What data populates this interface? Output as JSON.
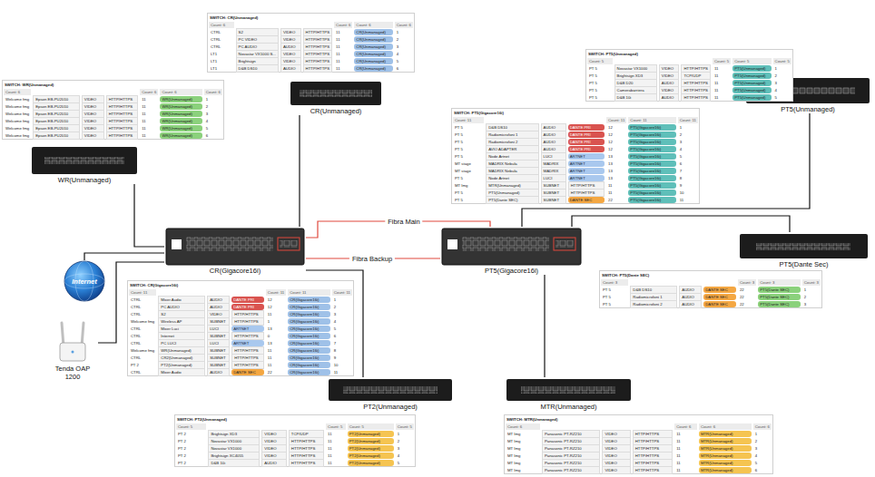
{
  "diagram": {
    "nodes": [
      {
        "text": [
          "SWITCH: CR(Unmanaged)",
          "Count: 6",
          "Count: 6",
          "Count: 6",
          "Count: 6",
          "CTRL",
          "S2",
          "VIDEO",
          "HTTP/HTTPS",
          "11",
          "CR(Unmanaged)",
          "1",
          "CTRL",
          "PC VIDEO",
          "VIDEO",
          "HTTP/HTTPS",
          "11",
          "CR(Unmanaged)",
          "2",
          "CTRL",
          "PC AUDIO",
          "AUDIO",
          "HTTP/HTTPS",
          "11",
          "CR(Unmanaged)",
          "3",
          "LT1",
          "Novastar VX1000 S...",
          "VIDEO",
          "HTTP/HTTPS",
          "11",
          "CR(Unmanaged)",
          "4",
          "LT1",
          "Brightsign",
          "VIDEO",
          "HTTP/HTTPS",
          "11",
          "CR(Unmanaged)",
          "5",
          "LT1",
          "D&B DS10",
          "AUDIO",
          "HTTP/HTTPS",
          "11",
          "CR(Unmanaged)",
          "6"
        ]
      },
      {
        "text": [
          "SWITCH: PT5(Unmanaged)",
          "Count: 5",
          "Count: 5",
          "Count: 5",
          "Count: 5",
          "PT 5",
          "Novastar VX1000",
          "VIDEO",
          "HTTP/HTTPS",
          "11",
          "PT5(Unmanaged)",
          "1",
          "PT 5",
          "Brightsign XD3",
          "VIDEO",
          "TCP/UDP",
          "11",
          "PT5(Unmanaged)",
          "2",
          "PT 5",
          "D&B D20",
          "AUDIO",
          "HTTP/HTTPS",
          "11",
          "PT5(Unmanaged)",
          "3",
          "PT 5",
          "Camerabarriera",
          "VIDEO",
          "HTTP/HTTPS",
          "11",
          "PT5(Unmanaged)",
          "4",
          "PT 5",
          "D&B 10i",
          "AUDIO",
          "HTTP/HTTPS",
          "11",
          "PT5(Unmanaged)",
          "5"
        ]
      },
      {
        "text": [
          "SWITCH: WR(Unmanaged)",
          "Count: 6",
          "Count: 6",
          "Count: 6",
          "Count: 6",
          "Welcome fmg",
          "Epson EB-PU2010",
          "VIDEO",
          "HTTP/HTTPS",
          "11",
          "WR(Unmanaged)",
          "1",
          "Welcome fmg",
          "Epson EB-PU2010",
          "VIDEO",
          "HTTP/HTTPS",
          "11",
          "WR(Unmanaged)",
          "2",
          "Welcome fmg",
          "Epson EB-PU2010",
          "VIDEO",
          "HTTP/HTTPS",
          "11",
          "WR(Unmanaged)",
          "3",
          "Welcome fmg",
          "Epson EB-PU2010",
          "VIDEO",
          "HTTP/HTTPS",
          "11",
          "WR(Unmanaged)",
          "4",
          "Welcome fmg",
          "Epson EB-PU2010",
          "VIDEO",
          "HTTP/HTTPS",
          "11",
          "WR(Unmanaged)",
          "5",
          "Welcome fmg",
          "Epson EB-PU2010",
          "VIDEO",
          "HTTP/HTTPS",
          "11",
          "WR(Unmanaged)",
          "6"
        ]
      },
      {
        "text": [
          "CR(Unmanaged)"
        ]
      },
      {
        "text": [
          "PT5(Unmanaged)"
        ]
      },
      {
        "text": [
          "SWITCH: PT5(Gigacore16i)",
          "Count: 11",
          "Count: 11",
          "Count: 11",
          "Count: 11",
          "PT 5",
          "D&B DS10",
          "AUDIO",
          "DANTE PRI",
          "12",
          "PT5(Gigacore16i)",
          "1",
          "PT 5",
          "Radiomicrofoni 1",
          "AUDIO",
          "DANTE PRI",
          "12",
          "PT5(Gigacore16i)",
          "2",
          "PT 5",
          "Radiomicrofoni 2",
          "AUDIO",
          "DANTE PRI",
          "12",
          "PT5(Gigacore16i)",
          "3",
          "PT 5",
          "AVIO ADAPTER",
          "AUDIO",
          "DANTE PRI",
          "12",
          "PT5(Gigacore16i)",
          "4",
          "PT 5",
          "Node Artnet",
          "LUCI",
          "ARTNET",
          "13",
          "PT5(Gigacore16i)",
          "5",
          "MT stage",
          "MADRIX Nebula",
          "MADRIX",
          "ARTNET",
          "13",
          "PT5(Gigacore16i)",
          "6",
          "MT stage",
          "MADRIX Nebula",
          "MADRIX",
          "ARTNET",
          "13",
          "PT5(Gigacore16i)",
          "7",
          "PT 5",
          "Node Artnet",
          "LUCI",
          "ARTNET",
          "13",
          "PT5(Gigacore16i)",
          "8",
          "MT Img",
          "MTR(Unmanaged)",
          "SUBNET",
          "HTTP/HTTPS",
          "11",
          "PT5(Gigacore16i)",
          "9",
          "PT 5",
          "PT5(Unmanaged)",
          "SUBNET",
          "HTTP/HTTPS",
          "11",
          "PT5(Gigacore16i)",
          "10",
          "PT 5",
          "PT5(Dante SEC)",
          "SUBNET",
          "DANTE SEC",
          "22",
          "PT5(Gigacore16i)",
          "11"
        ]
      },
      {
        "text": [
          "WR(Unmanaged)"
        ]
      },
      {
        "text": [
          "CR(Gigacore16i)"
        ]
      },
      {
        "text": [
          "PT5(Gigacore16i)"
        ]
      },
      {
        "text": [
          "PT5(Dante Sec)"
        ]
      },
      {
        "text": [
          "Internet"
        ]
      },
      {
        "text": [
          "SWITCH: PT5(Dante SEC)",
          "Count: 3",
          "Count: 3",
          "Count: 3",
          "Count: 3",
          "PT 5",
          "D&B DS10",
          "AUDIO",
          "DANTE SEC",
          "22",
          "PT5(Dante SEC)",
          "1",
          "PT 5",
          "Radiomicrofoni 1",
          "AUDIO",
          "DANTE SEC",
          "22",
          "PT5(Dante SEC)",
          "2",
          "PT 5",
          "Radiomicrofoni 2",
          "AUDIO",
          "DANTE SEC",
          "22",
          "PT5(Dante SEC)",
          "3"
        ]
      },
      {
        "text": [
          "SWITCH: CR(Gigacore16i)",
          "Count: 11",
          "Count: 11",
          "Count: 11",
          "Count: 11",
          "CTRL",
          "Mixer Audio",
          "AUDIO",
          "DANTE PRI",
          "12",
          "CR(Gigacore16i)",
          "1",
          "CTRL",
          "PC AUDIO",
          "AUDIO",
          "DANTE PRI",
          "12",
          "CR(Gigacore16i)",
          "2",
          "CTRL",
          "S2",
          "VIDEO",
          "HTTP/HTTPS",
          "11",
          "CR(Gigacore16i)",
          "3",
          "Welcome fmg",
          "Wireless AP",
          "SUBNET",
          "HTTP/HTTPS",
          "1",
          "CR(Gigacore16i)",
          "4",
          "CTRL",
          "Mixer Luci",
          "LUCI",
          "ARTNET",
          "13",
          "CR(Gigacore16i)",
          "5",
          "CTRL",
          "Internet",
          "SUBNET",
          "HTTP/HTTPS",
          "0",
          "CR(Gigacore16i)",
          "6",
          "CTRL",
          "PC LUCI",
          "LUCI",
          "ARTNET",
          "13",
          "CR(Gigacore16i)",
          "7",
          "Welcome fmg",
          "WR(Unmanaged)",
          "SUBNET",
          "HTTP/HTTPS",
          "11",
          "CR(Gigacore16i)",
          "8",
          "CTRL",
          "CR2(Unmanaged)",
          "SUBNET",
          "HTTP/HTTPS",
          "11",
          "CR(Gigacore16i)",
          "9",
          "PT 2",
          "PT2(Unmanaged)",
          "SUBNET",
          "HTTP/HTTPS",
          "11",
          "CR(Gigacore16i)",
          "10",
          "CTRL",
          "Mixer Audio",
          "AUDIO",
          "DANTE SEC",
          "22",
          "CR(Gigacore16i)",
          "11"
        ]
      },
      {
        "text": [
          "Tenda OAP 1200"
        ]
      },
      {
        "text": [
          "PT2(Unmanaged)"
        ]
      },
      {
        "text": [
          "MTR(Unmanaged)"
        ]
      },
      {
        "text": [
          "SWITCH: PT2(Unmanaged)",
          "Count: 5",
          "Count: 5",
          "Count: 5",
          "Count: 5",
          "PT 2",
          "Brightsign XD3",
          "VIDEO",
          "TCP/UDP",
          "11",
          "PT2(Unmanaged)",
          "1",
          "PT 2",
          "Novastar VX1000",
          "VIDEO",
          "HTTP/HTTPS",
          "11",
          "PT2(Unmanaged)",
          "2",
          "PT 2",
          "Novastar VX1000",
          "VIDEO",
          "HTTP/HTTPS",
          "11",
          "PT2(Unmanaged)",
          "3",
          "PT 2",
          "Brightsign XC4055",
          "VIDEO",
          "HTTP/HTTPS",
          "11",
          "PT2(Unmanaged)",
          "4",
          "PT 2",
          "D&B 10i",
          "AUDIO",
          "HTTP/HTTPS",
          "11",
          "PT2(Unmanaged)",
          "5"
        ]
      },
      {
        "text": [
          "SWITCH: MTR(Unmanaged)",
          "Count: 6",
          "Count: 6",
          "Count: 6",
          "Count: 6",
          "MT Img",
          "Panasonic PT-RZ210",
          "VIDEO",
          "HTTP/HTTPS",
          "11",
          "MTR(Unmanaged)",
          "1",
          "MT Img",
          "Panasonic PT-RZ210",
          "VIDEO",
          "HTTP/HTTPS",
          "11",
          "MTR(Unmanaged)",
          "2",
          "MT Img",
          "Panasonic PT-RZ210",
          "VIDEO",
          "HTTP/HTTPS",
          "11",
          "MTR(Unmanaged)",
          "3",
          "MT Img",
          "Panasonic PT-RZ210",
          "VIDEO",
          "HTTP/HTTPS",
          "11",
          "MTR(Unmanaged)",
          "4",
          "MT Img",
          "Panasonic PT-RZ210",
          "VIDEO",
          "HTTP/HTTPS",
          "11",
          "MTR(Unmanaged)",
          "5",
          "MT Img",
          "Panasonic PT-RZ210",
          "VIDEO",
          "HTTP/HTTPS",
          "11",
          "MTR(Unmanaged)",
          "6"
        ]
      }
    ],
    "edges": [
      {
        "from": 6,
        "to": 7,
        "arrow": "none"
      },
      {
        "from": 3,
        "to": 7,
        "arrow": "none"
      },
      {
        "from": 10,
        "to": 7,
        "arrow": "none"
      },
      {
        "from": 13,
        "to": 7,
        "arrow": "none"
      },
      {
        "from": 7,
        "to": 14,
        "arrow": "none"
      },
      {
        "from": 7,
        "to": 8,
        "label": "Fibra Main",
        "arrow": "none"
      },
      {
        "from": 7,
        "to": 8,
        "label": "Fibra Backup",
        "arrow": "none"
      },
      {
        "from": 8,
        "to": 4,
        "arrow": "none"
      },
      {
        "from": 8,
        "to": 9,
        "arrow": "none"
      },
      {
        "from": 8,
        "to": 15,
        "arrow": "none"
      }
    ]
  }
}
